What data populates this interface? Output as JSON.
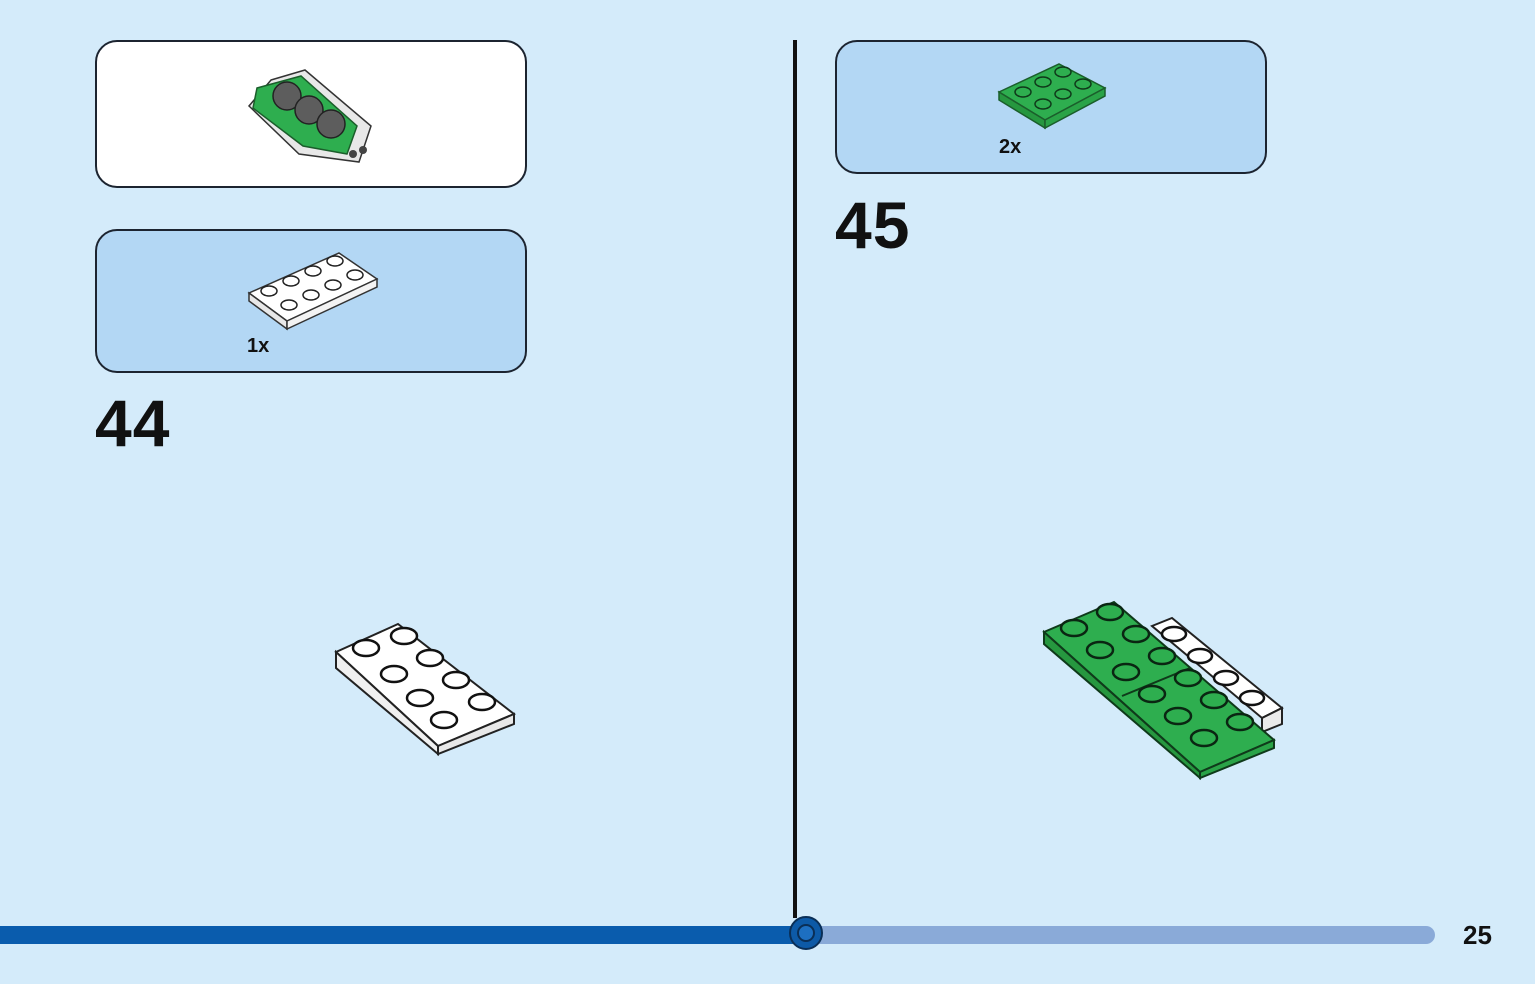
{
  "left_page": {
    "parts_callout": {
      "quantity": "1x"
    },
    "step_number": "44"
  },
  "right_page": {
    "parts_callout": {
      "quantity": "2x"
    },
    "step_number": "45"
  },
  "progress": {
    "fraction": 0.563
  },
  "page_number": "25",
  "colors": {
    "background": "#d4ebfa",
    "parts_box": "#b3d7f4",
    "lego_green": "#2eae4f",
    "lego_white": "#ffffff",
    "lego_dark_gray": "#5d5d5d",
    "progress_fill": "#0a5cad",
    "progress_track": "#8aaad8"
  },
  "icons": {
    "submodel": "green-assembly-icon",
    "white_plate": "white-plate-2x4-icon",
    "green_plate": "green-plate-2x3-icon"
  }
}
